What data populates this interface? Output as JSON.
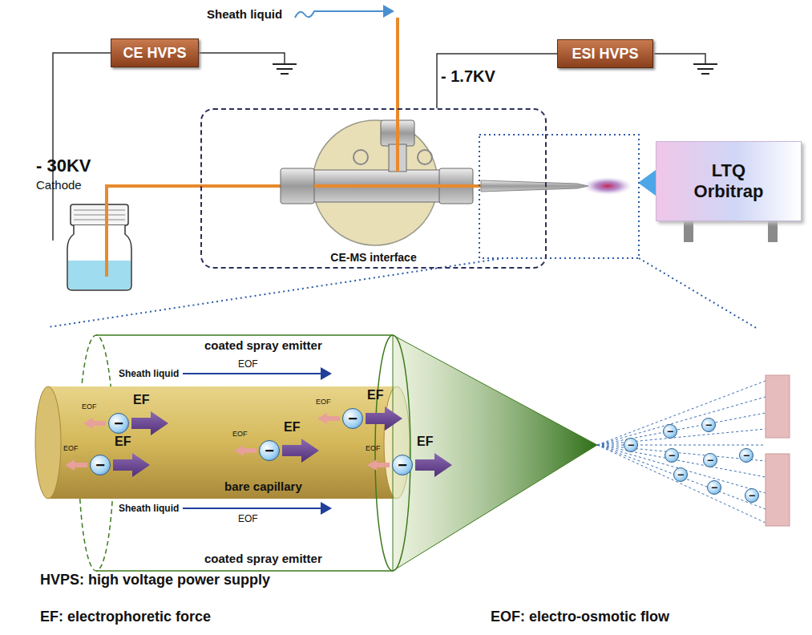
{
  "diagram": {
    "nodes": [
      {
        "text": [
          "CE HVPS"
        ]
      },
      {
        "text": [
          "ESI HVPS"
        ]
      },
      {
        "text": [
          "CE-MS interface"
        ]
      },
      {
        "text": [
          "LTQ Orbitrap"
        ]
      },
      {
        "text": [
          "−"
        ]
      },
      {
        "text": [
          "−"
        ]
      },
      {
        "text": [
          "−"
        ]
      },
      {
        "text": [
          "−"
        ]
      },
      {
        "text": [
          "−"
        ]
      },
      {
        "text": [
          "−"
        ]
      },
      {
        "text": [
          "−"
        ]
      },
      {
        "text": [
          "−"
        ]
      },
      {
        "text": [
          "−"
        ]
      },
      {
        "text": [
          "−"
        ]
      },
      {
        "text": [
          "−"
        ]
      },
      {
        "text": [
          "−"
        ]
      },
      {
        "text": [
          "−"
        ]
      },
      {
        "text": [
          "−"
        ]
      }
    ],
    "edges": [
      {
        "from": 1,
        "to": 2,
        "arrow": "none"
      }
    ],
    "labels": [
      "- 1.7KV",
      "- 30KV",
      "Cathode",
      "Sheath liquid",
      "coated spray emitter",
      "Sheath liquid",
      "EOF",
      "EOF",
      "EF",
      "EOF",
      "EF",
      "EOF",
      "EF",
      "EOF",
      "EF",
      "EOF",
      "EF",
      "bare capillary",
      "Sheath liquid",
      "EOF",
      "coated spray emitter",
      "HVPS: high voltage power supply",
      "EF: electrophoretic force",
      "EOF: electro-osmotic flow"
    ]
  }
}
